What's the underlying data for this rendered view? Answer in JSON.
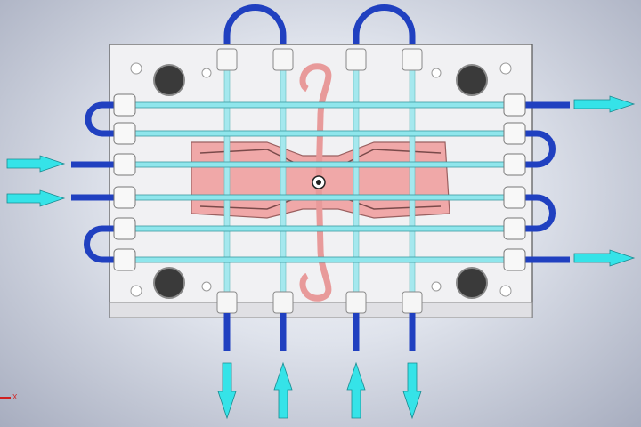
{
  "viewport": {
    "triad_axis_label": "X",
    "colors": {
      "plate": "#f0f0f2",
      "cooling_rod": "#8fe6ec",
      "tube": "#1f3fc0",
      "flow_arrow": "#35e3e8",
      "part": "#f0a0a0",
      "hole": "#3a3a3a"
    }
  },
  "flow": {
    "left_inlets": [
      "in",
      "in"
    ],
    "right_outlets": [
      "out",
      "out"
    ],
    "bottom_arrows": [
      "down",
      "up",
      "up",
      "down"
    ]
  }
}
